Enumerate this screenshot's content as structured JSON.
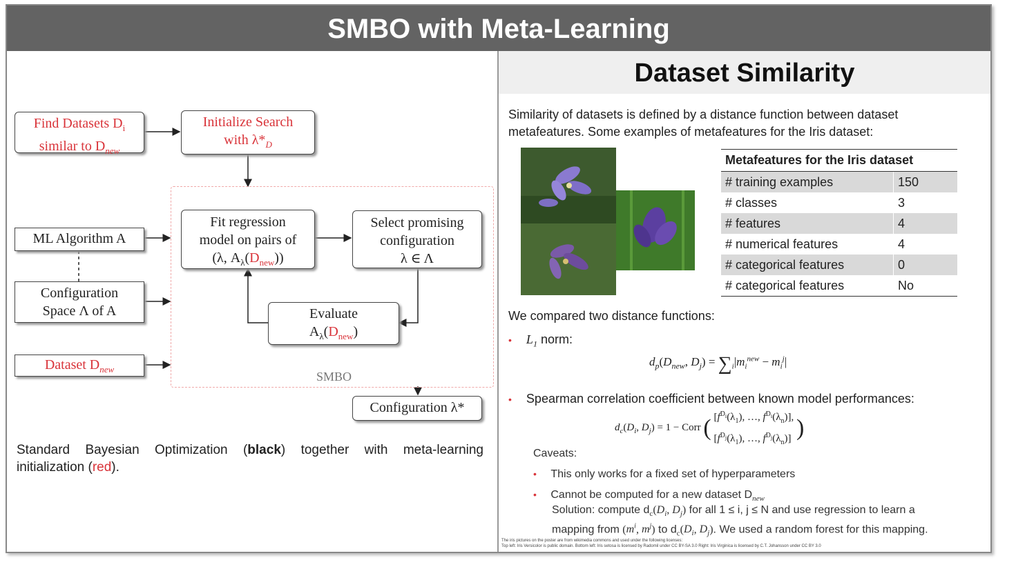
{
  "title": "SMBO with Meta-Learning",
  "diagram": {
    "find_datasets": [
      "Find Datasets D",
      "similar to D"
    ],
    "find_sub": "i",
    "find_sub2": "new",
    "init_search": [
      "Initialize Search",
      "with λ*"
    ],
    "init_sub": "D",
    "ml_algorithm": "ML Algorithm A",
    "config_space": [
      "Configuration",
      "Space Λ of A"
    ],
    "dataset_new": "Dataset D",
    "dataset_sub": "new",
    "fit_regression": [
      "Fit regression",
      "model on pairs of",
      "(λ, A"
    ],
    "select_config": [
      "Select promising",
      "configuration",
      "λ  ∈  Λ"
    ],
    "evaluate": [
      "Evaluate",
      "A"
    ],
    "smbo_label": "SMBO",
    "configuration_out": "Configuration λ*"
  },
  "caption": {
    "part1": "Standard Bayesian Optimization (",
    "bold": "black",
    "part2": ") together with meta-learning",
    "part3": "initialization (",
    "red": "red",
    "part4": ")."
  },
  "similarity": {
    "heading": "Dataset Similarity",
    "intro": "Similarity of datasets is defined by a distance function between dataset metafeatures. Some examples of metafeatures for the Iris dataset:",
    "table_header": "Metafeatures for the Iris dataset",
    "rows": [
      {
        "label": "# training examples",
        "value": "150"
      },
      {
        "label": "# classes",
        "value": "3"
      },
      {
        "label": "# features",
        "value": "4"
      },
      {
        "label": "# numerical features",
        "value": "4"
      },
      {
        "label": "# categorical features",
        "value": "0"
      },
      {
        "label": "# categorical features",
        "value": "No"
      }
    ],
    "compared": "We compared two distance functions:",
    "l1_label": "norm:",
    "spearman": "Spearman correlation coefficient between known model performances:",
    "caveats": "Caveats:",
    "caveat1": "This only works for a fixed set of hyperparameters",
    "caveat2": "Cannot be computed for a new dataset D",
    "caveat2_sub": "new",
    "solution_a": "Solution: compute d",
    "solution_b": " for all 1 ≤ i, j ≤ N and use regression to learn a",
    "solution_c": "mapping from ",
    "solution_d": " to d",
    "solution_e": ". We used a random forest for this mapping.",
    "footnote1": "The iris pictures on the poster are from wikimedia commons and used under the following licenses:",
    "footnote2": "Top left: Iris Versicolor is public domain. Bottom left: Iris setosa is licensed by Radomil under CC BY-SA 3.0 Right: Iris Virginica is licensed by C.T. Johansson under CC BY 3.0"
  },
  "colors": {
    "red": "#d9343a",
    "title_bar": "#636363",
    "header_bg": "#efefef",
    "row_shade": "#d9d9d9"
  }
}
